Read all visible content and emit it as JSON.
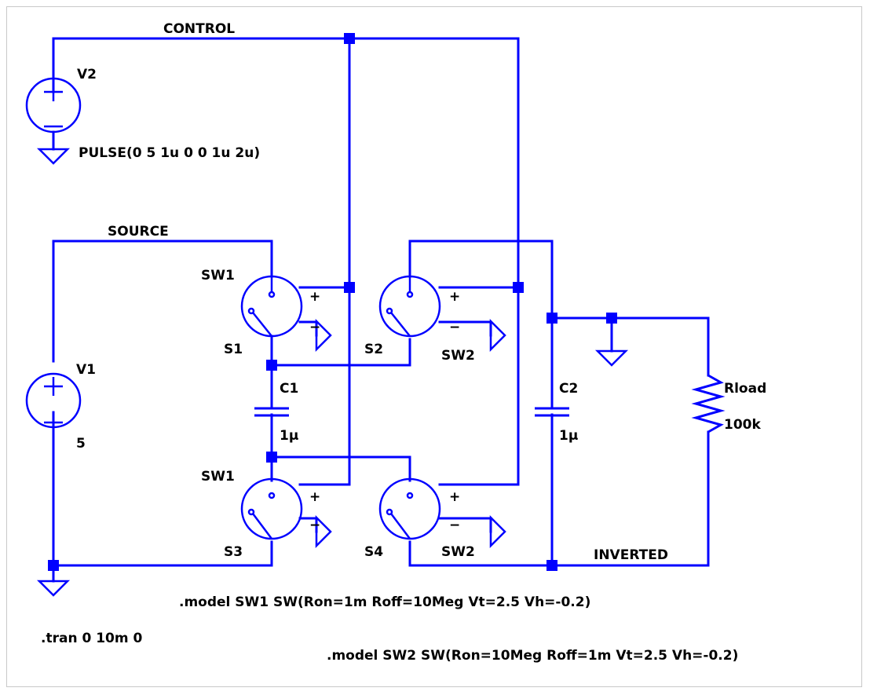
{
  "colors": {
    "wire": "#0000ff",
    "text": "#000000",
    "background": "#ffffff",
    "border": "#c8c8c8"
  },
  "nets": {
    "control": "CONTROL",
    "source": "SOURCE",
    "inverted": "INVERTED"
  },
  "sources": {
    "v2": {
      "name": "V2",
      "value": "PULSE(0 5 1u 0 0 1u 2u)"
    },
    "v1": {
      "name": "V1",
      "value": "5"
    }
  },
  "switches": {
    "s1": {
      "name": "S1",
      "model": "SW1"
    },
    "s2": {
      "name": "S2",
      "model": "SW2"
    },
    "s3": {
      "name": "S3",
      "model": "SW1"
    },
    "s4": {
      "name": "S4",
      "model": "SW2"
    }
  },
  "capacitors": {
    "c1": {
      "name": "C1",
      "value": "1µ"
    },
    "c2": {
      "name": "C2",
      "value": "1µ"
    }
  },
  "resistor": {
    "name": "Rload",
    "value": "100k"
  },
  "plus_sign": "+",
  "minus_sign": "−",
  "directives": {
    "model_sw1": ".model SW1 SW(Ron=1m Roff=10Meg Vt=2.5 Vh=-0.2)",
    "model_sw2": ".model SW2 SW(Ron=10Meg Roff=1m Vt=2.5 Vh=-0.2)",
    "tran": ".tran 0 10m 0"
  },
  "icons": [
    "ground-icon",
    "voltage-source-icon",
    "switch-icon",
    "capacitor-icon",
    "resistor-icon",
    "junction-dot"
  ]
}
